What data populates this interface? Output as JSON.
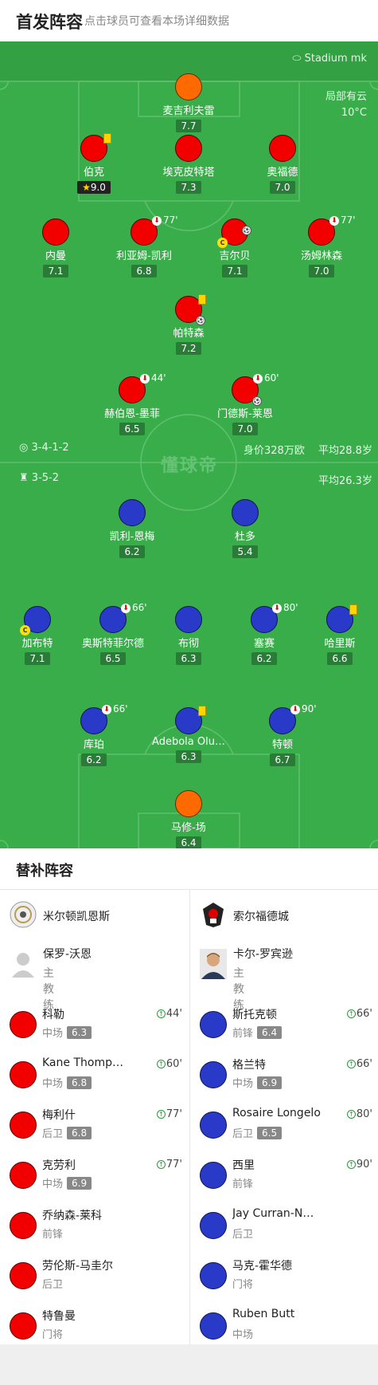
{
  "header": {
    "title": "首发阵容",
    "subtitle": "点击球员可查看本场详细数据"
  },
  "pitch": {
    "stadium": "Stadium mk",
    "weather": "局部有云",
    "temperature": "10°C",
    "watermark": "懂球帝"
  },
  "home_form": {
    "formation": "3-4-1-2",
    "value": "身价328万欧",
    "age": "平均28.8岁"
  },
  "away_form": {
    "formation": "3-5-2",
    "age": "平均26.3岁"
  },
  "home": [
    {
      "name": "麦吉利夫雷",
      "rating": "7.7"
    },
    {
      "name": "伯克",
      "rating": "9.0"
    },
    {
      "name": "埃克皮特塔",
      "rating": "7.3"
    },
    {
      "name": "奥福德",
      "rating": "7.0"
    },
    {
      "name": "内曼",
      "rating": "7.1"
    },
    {
      "name": "利亚姆-凯利",
      "rating": "6.8",
      "sub": "77'"
    },
    {
      "name": "吉尔贝",
      "rating": "7.1"
    },
    {
      "name": "汤姆林森",
      "rating": "7.0",
      "sub": "77'"
    },
    {
      "name": "帕特森",
      "rating": "7.2"
    },
    {
      "name": "赫伯恩-墨菲",
      "rating": "6.5",
      "sub": "44'"
    },
    {
      "name": "门德斯-莱恩",
      "rating": "7.0",
      "sub": "60'"
    }
  ],
  "away": [
    {
      "name": "凯利-恩梅",
      "rating": "6.2"
    },
    {
      "name": "杜多",
      "rating": "5.4"
    },
    {
      "name": "加布特",
      "rating": "7.1"
    },
    {
      "name": "奥斯特菲尔德",
      "rating": "6.5",
      "sub": "66'"
    },
    {
      "name": "布彻",
      "rating": "6.3"
    },
    {
      "name": "塞赛",
      "rating": "6.2",
      "sub": "80'"
    },
    {
      "name": "哈里斯",
      "rating": "6.6"
    },
    {
      "name": "库珀",
      "rating": "6.2",
      "sub": "66'"
    },
    {
      "name": "Adebola Olu…",
      "rating": "6.3"
    },
    {
      "name": "特顿",
      "rating": "6.7",
      "sub": "90'"
    },
    {
      "name": "马修-场",
      "rating": "6.4"
    }
  ],
  "subs_title": "替补阵容",
  "subs_home": {
    "team": "米尔顿凯恩斯",
    "coach": {
      "name": "保罗-沃恩",
      "role": "主教练"
    },
    "players": [
      {
        "name": "科勒",
        "pos": "中场",
        "rating": "6.3",
        "min": "44'"
      },
      {
        "name": "Kane Thomp…",
        "pos": "中场",
        "rating": "6.8",
        "min": "60'"
      },
      {
        "name": "梅利什",
        "pos": "后卫",
        "rating": "6.8",
        "min": "77'"
      },
      {
        "name": "克劳利",
        "pos": "中场",
        "rating": "6.9",
        "min": "77'"
      },
      {
        "name": "乔纳森-莱科",
        "pos": "前锋"
      },
      {
        "name": "劳伦斯-马圭尔",
        "pos": "后卫"
      },
      {
        "name": "特鲁曼",
        "pos": "门将"
      }
    ]
  },
  "subs_away": {
    "team": "索尔福德城",
    "coach": {
      "name": "卡尔-罗宾逊",
      "role": "主教练"
    },
    "players": [
      {
        "name": "斯托克顿",
        "pos": "前锋",
        "rating": "6.4",
        "min": "66'"
      },
      {
        "name": "格兰特",
        "pos": "中场",
        "rating": "6.9",
        "min": "66'"
      },
      {
        "name": "Rosaire Longelo",
        "pos": "后卫",
        "rating": "6.5",
        "min": "80'"
      },
      {
        "name": "西里",
        "pos": "前锋",
        "min": "90'"
      },
      {
        "name": "Jay Curran-N…",
        "pos": "后卫"
      },
      {
        "name": "马克-霍华德",
        "pos": "门将"
      },
      {
        "name": "Ruben Butt",
        "pos": "中场"
      }
    ]
  },
  "colors": {
    "pitch": "#3aad4b",
    "home": "#f20000",
    "away": "#2a3ac8",
    "keeper": "#ff6a00"
  }
}
